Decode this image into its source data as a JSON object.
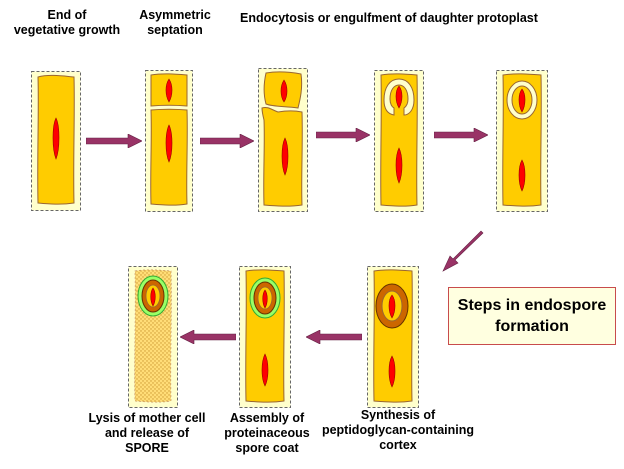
{
  "labels": {
    "end_growth": "End of\nvegetative growth",
    "asymmetric": "Asymmetric\nseptation",
    "endocytosis": "Endocytosis or engulfment of daughter protoplast",
    "synthesis": "Synthesis of\npeptidoglycan-containing\ncortex",
    "assembly": "Assembly of\nproteinaceous\nspore coat",
    "lysis": "Lysis of mother cell\nand release of\nSPORE"
  },
  "title": "Steps in endospore\nformation",
  "colors": {
    "panel": "#ffffcc",
    "cell_fill": "#ffcc00",
    "cell_stroke": "#996633",
    "nucleoid": "#ff0000",
    "cortex": "#cc6600",
    "coat": "#99ff66",
    "arrow": "#993366",
    "title_border": "#c84c4c"
  }
}
